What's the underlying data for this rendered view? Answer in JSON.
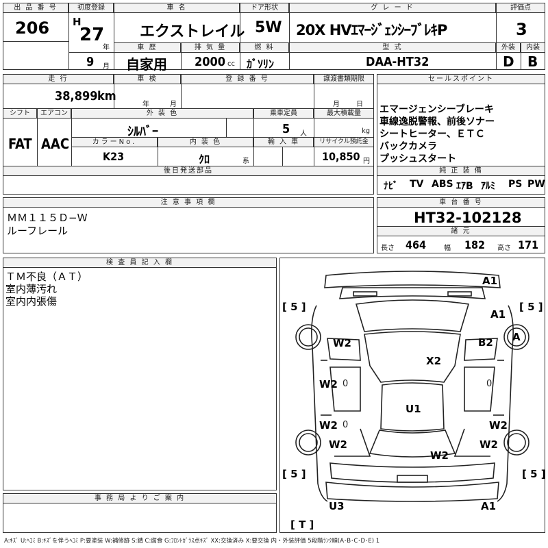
{
  "header": {
    "lot_no_label": "出 品 番 号",
    "lot_no": "206",
    "first_reg_label": "初度登録",
    "era": "H",
    "year": "27",
    "year_unit": "年",
    "month": "9",
    "month_unit": "月",
    "car_name_label": "車 名",
    "car_name": "エクストレイル",
    "door_label": "ドア形状",
    "door": "5W",
    "grade_label": "グ レ ー ド",
    "grade": "20X HVｴﾏｰｼﾞｪﾝｼｰﾌﾞﾚｷP",
    "score_label": "評価点",
    "score": "3",
    "history_label": "車 歴",
    "history": "自家用",
    "displacement_label": "排 気 量",
    "displacement": "2000",
    "displacement_unit": "cc",
    "fuel_label": "燃 料",
    "fuel": "ｶﾞｿﾘﾝ",
    "model_label": "型 式",
    "model": "DAA-HT32",
    "exterior_label": "外装",
    "exterior": "D",
    "interior_label": "内装",
    "interior": "B"
  },
  "details": {
    "mileage_label": "走 行",
    "mileage": "38,899",
    "mileage_unit": "km",
    "inspection_label": "車 検",
    "inspection_year_unit": "年",
    "inspection_month_unit": "月",
    "reg_no_label": "登 録 番 号",
    "transfer_label": "譲渡書類期限",
    "transfer_month_unit": "月",
    "transfer_day_unit": "日",
    "shift_label": "シフト",
    "shift": "FAT",
    "ac_label": "エアコン",
    "ac": "AAC",
    "color_label": "外 装 色",
    "color": "ｼﾙﾊﾞｰ",
    "capacity_label": "乗車定員",
    "capacity": "5",
    "capacity_unit": "人",
    "load_label": "最大積載量",
    "load_unit": "kg",
    "color_no_label": "カラーNo.",
    "color_no": "K23",
    "int_color_label": "内 装 色",
    "int_color": "ｸﾛ",
    "int_color_unit": "系",
    "import_label": "輸 入 車",
    "recycle_label": "リサイクル預託金",
    "recycle": "10,850",
    "recycle_unit": "円",
    "later_parts_label": "後日発送部品"
  },
  "sales": {
    "label": "セールスポイント",
    "lines": [
      "エマージェンシーブレーキ",
      "車線逸脱警報、前後ソナー",
      "シートヒーター、ＥＴＣ",
      "バックカメラ",
      "プッシュスタート"
    ]
  },
  "equipment": {
    "label": "純 正 装 備",
    "items": [
      "ﾅﾋﾞ",
      "TV",
      "ABS",
      "ｴｱB",
      "ｱﾙﾐ",
      "PS",
      "PW"
    ]
  },
  "notes": {
    "label": "注 意 事 項 欄",
    "lines": [
      "ＭＭ１１５Ｄ−Ｗ",
      "ルーフレール"
    ]
  },
  "chassis": {
    "label": "車 台 番 号",
    "value": "HT32-102128"
  },
  "dims": {
    "label": "諸 元",
    "length_label": "長さ",
    "length": "464",
    "width_label": "幅",
    "width": "182",
    "height_label": "高さ",
    "height": "171"
  },
  "inspector": {
    "label": "検 査 員 記 入 欄",
    "lines": [
      "ＴＭ不良（ＡＴ）",
      "室内薄汚れ",
      "室内内張傷"
    ]
  },
  "office": {
    "label": "事 務 局 よ り ご 案 内"
  },
  "diagram": {
    "marks": {
      "a1_top": "A1",
      "a1_upper_right": "A1",
      "a_right": "A",
      "b2_right": "B2",
      "w2_left_upper": "W2",
      "x2": "X2",
      "w2_left_mid": "W2",
      "zero_left_mid": "0",
      "zero_right_mid": "0",
      "u1": "U1",
      "w2_left_lower": "W2",
      "zero_left_lower": "0",
      "w2_right_lower": "W2",
      "w2_left_bottom": "W2",
      "w2_right_bottom": "W2",
      "w2_center": "W2",
      "u3": "U3",
      "a1_bottom": "A1"
    },
    "tires": {
      "front_left": "[ 5 ]",
      "front_right": "[ 5 ]",
      "rear_left": "[ 5 ]",
      "rear_right": "[ 5 ]",
      "spare": "[ T ]"
    }
  },
  "legend": "A:ｷｽﾞ U:ﾍｺﾐ B:ｷｽﾞを伴うﾍｺﾐ P:要塗装 W:補修跡 S:錆 C:腐食 G:ﾌﾛﾝﾄｶﾞﾗｽ点ｷｽﾞ XX:交換済み X:要交換 内・外装評価 5段階ﾗﾝｸ順(A･B･C･D･E) 1"
}
